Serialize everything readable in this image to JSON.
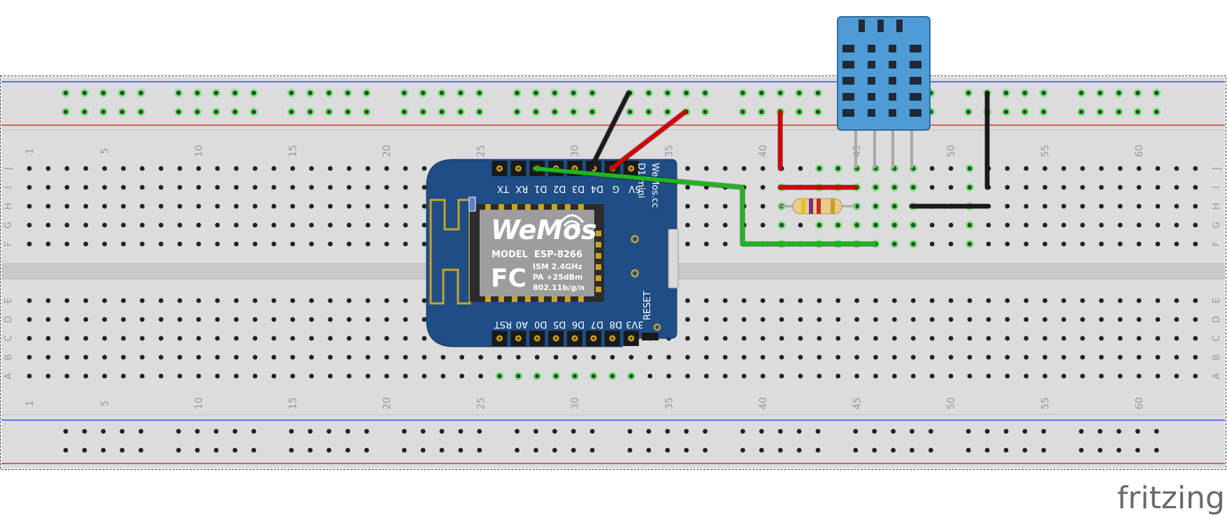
{
  "breadboard": {
    "columns": 63,
    "column_numbers": [
      "1",
      "5",
      "10",
      "15",
      "20",
      "25",
      "30",
      "35",
      "40",
      "45",
      "50",
      "55",
      "60"
    ],
    "top_rows": [
      "J",
      "I",
      "H",
      "G",
      "F"
    ],
    "bottom_rows": [
      "E",
      "D",
      "C",
      "B",
      "A"
    ]
  },
  "wemos": {
    "model_name": "D1 mini",
    "logo_text": "WeMos",
    "board_logo": "WeMos.cc",
    "top_pins": [
      "TX",
      "RX",
      "D1",
      "D2",
      "D3",
      "D4",
      "G",
      "5V"
    ],
    "bottom_pins": [
      "RST",
      "A0",
      "D0",
      "D5",
      "D6",
      "D7",
      "D8",
      "3V3"
    ],
    "reset_label": "RESET",
    "chip": {
      "model_label": "MODEL",
      "model_value": "ESP-8266",
      "fcc_logo": "FC",
      "spec_lines": [
        "ISM 2.4GHz",
        "PA +25dBm",
        "802.11b/g/n"
      ]
    }
  },
  "sensor": {
    "icon": "dht-sensor-icon",
    "color": "#4f9bd6"
  },
  "resistor": {
    "icon": "resistor-icon",
    "band_colors": [
      "#e6c31e",
      "#7b2c8a",
      "#c62828",
      "#c9a227"
    ]
  },
  "wires": [
    {
      "id": "gnd-wire",
      "color": "#1a1a1a"
    },
    {
      "id": "5v-wire",
      "color": "#d40000"
    },
    {
      "id": "data-wire",
      "color": "#1fb51f"
    },
    {
      "id": "power-wire",
      "color": "#d40000"
    },
    {
      "id": "ground-wire",
      "color": "#1a1a1a"
    }
  ],
  "watermark": "fritzing"
}
